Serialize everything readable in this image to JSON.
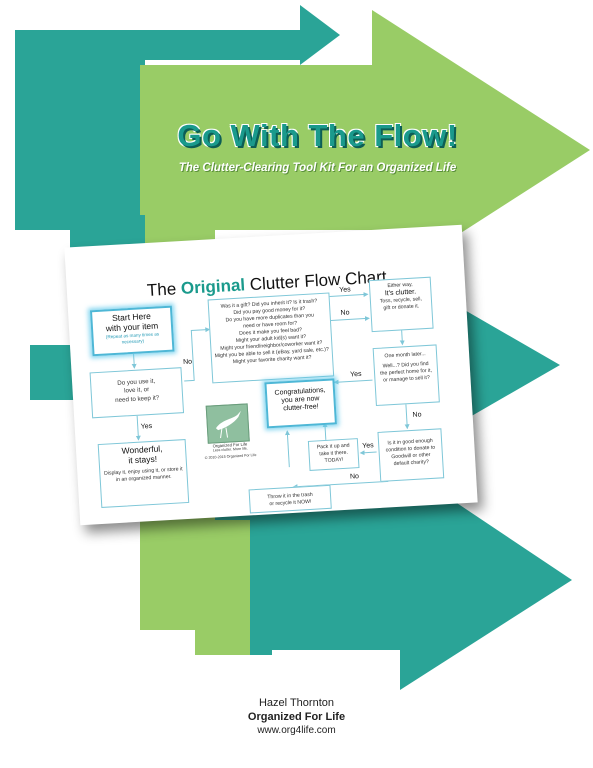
{
  "colors": {
    "teal": "#2aa497",
    "light_green": "#99cc66",
    "title_teal": "#1a9a8c",
    "box_border": "#7fc7d8"
  },
  "cover": {
    "title": "Go With The Flow!",
    "subtitle": "The Clutter-Clearing Tool Kit For an Organized Life"
  },
  "flowchart": {
    "title_pre": "The ",
    "title_accent": "Original",
    "title_post": " Clutter Flow Chart",
    "start": {
      "line1": "Start Here",
      "line2": "with your item",
      "note": "(Repeat as many times as necessary)"
    },
    "use_it": {
      "line1": "Do you use it,",
      "line2": "love it, or",
      "line3": "need to keep it?"
    },
    "wonderful": {
      "lead1": "Wonderful,",
      "lead2": "it stays!",
      "body": "Display it, enjoy using it, or store it in an organized manner."
    },
    "questions": [
      "Was it a gift? Did you inherit it? Is it trash?",
      "Did you pay good money for it?",
      "Do you have more duplicates than you",
      "need or have room for?",
      "Does it make you feel bad?",
      "Might your adult kid(s) want it?",
      "Might your friend/neighbor/coworker want it?",
      "Might you be able to sell it (eBay, yard sale, etc.)?",
      "Might your favorite charity want it?"
    ],
    "either_way": {
      "line1": "Either way,",
      "lead": "It's clutter.",
      "line2": "Toss, recycle, sell,",
      "line3": "gift or donate it."
    },
    "one_month": {
      "line1": "One month later...",
      "line2": "Well...? Did you find",
      "line3": "the perfect home for it,",
      "line4": "or manage to sell it?"
    },
    "congrats": {
      "line1": "Congratulations,",
      "line2": "you are now",
      "line3": "clutter-free!"
    },
    "pack_it": {
      "line1": "Pack it up and",
      "line2": "take it there.",
      "line3": "TODAY!"
    },
    "good_enough": {
      "line1": "Is it in good enough",
      "line2": "condition to donate to",
      "line3": "Goodwill or other",
      "line4": "default charity?"
    },
    "throw_it": {
      "line1": "Throw it in the trash",
      "line2": "or recycle it NOW!"
    },
    "logo": {
      "name": "Organized For Life",
      "tagline": "Less clutter. More life.",
      "copyright": "© 2010-2015 Organized For Life"
    },
    "labels": {
      "yes": "Yes",
      "no": "No"
    }
  },
  "footer": {
    "author": "Hazel Thornton",
    "organization": "Organized For Life",
    "website": "www.org4life.com"
  }
}
